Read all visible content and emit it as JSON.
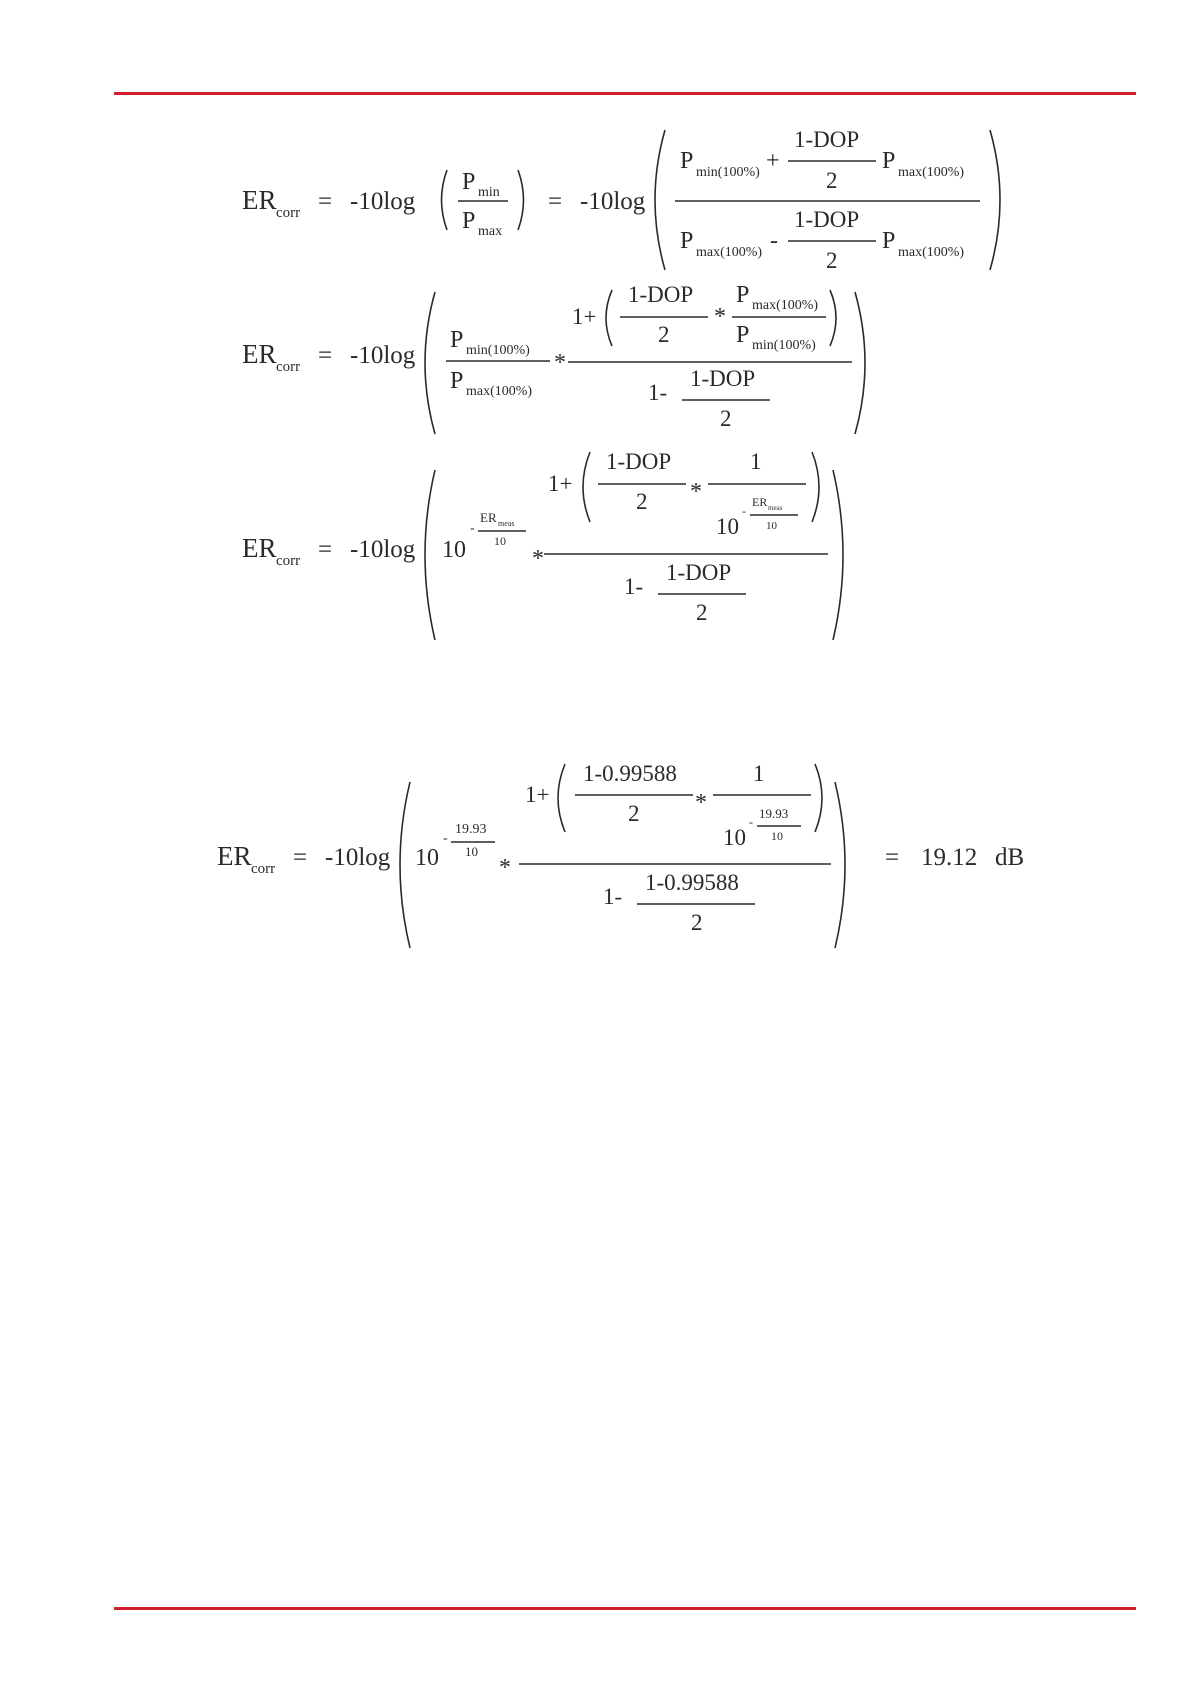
{
  "page": {
    "header_rule_color": "#d0202a",
    "footer_rule_color": "#d0202a"
  },
  "symbols": {
    "er": "ER",
    "corr": "corr",
    "meas": "meas",
    "p": "P",
    "min": "min",
    "max": "max",
    "min100": "min(100%)",
    "max100": "max(100%)",
    "equals": "=",
    "neg10log": "-10log",
    "plus": "+",
    "minus": "-",
    "times": "*",
    "one_minus_dop": "1-DOP",
    "two": "2",
    "one": "1",
    "one_plus": "1+",
    "one_minus": "1-",
    "ten": "10",
    "neg": "-"
  },
  "numeric_example": {
    "dop_expr": "1-0.99588",
    "er_meas": "19.93",
    "result": "19.12",
    "unit": "dB"
  }
}
